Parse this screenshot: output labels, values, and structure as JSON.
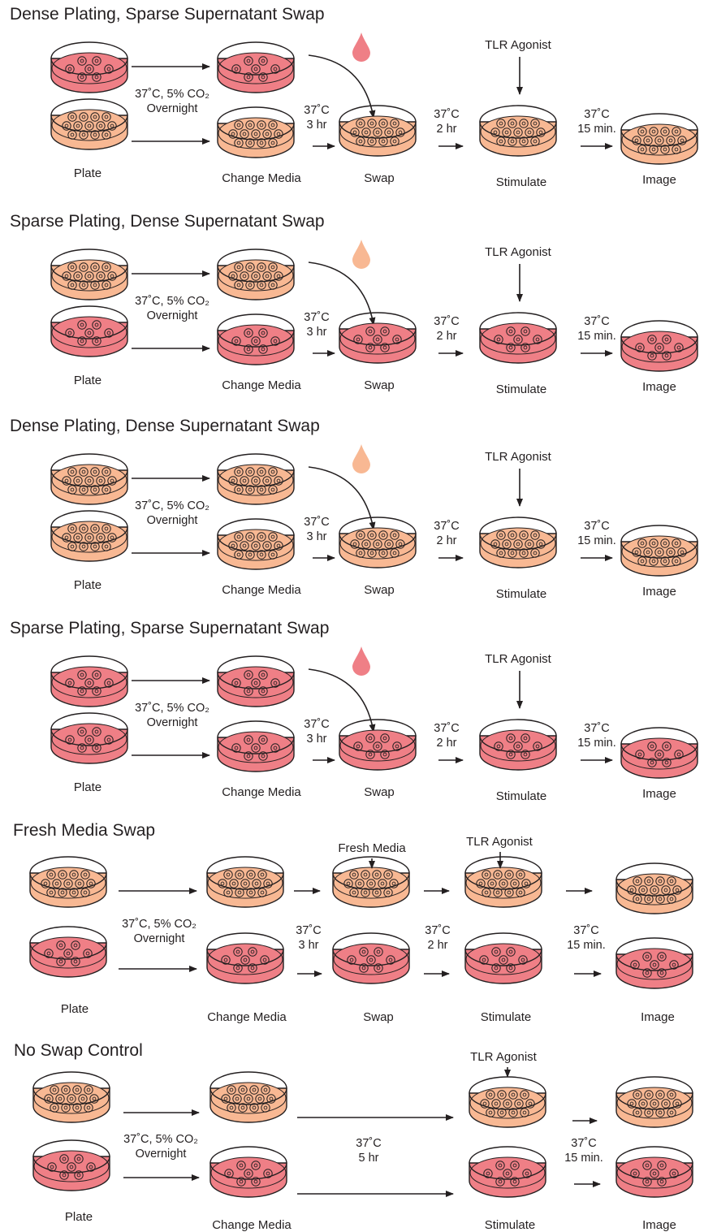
{
  "colors": {
    "dense_media": "#f8b893",
    "sparse_media": "#ef7f86",
    "line": "#231f20",
    "background": "#ffffff"
  },
  "common": {
    "overnight_line1": "37˚C, 5% CO₂",
    "overnight_line2": "Overnight",
    "plate": "Plate",
    "change_media": "Change Media",
    "swap": "Swap",
    "stimulate": "Stimulate",
    "image": "Image",
    "tlr_agonist": "TLR Agonist",
    "fresh_media": "Fresh Media",
    "temp": "37˚C",
    "t3hr": "3 hr",
    "t2hr": "2 hr",
    "t15min": "15 min.",
    "t5hr": "5 hr"
  },
  "panels": [
    {
      "title": "Dense Plating, Sparse Supernatant Swap",
      "plated": "dense",
      "supernatant": "sparse"
    },
    {
      "title": "Sparse Plating, Dense Supernatant Swap",
      "plated": "sparse",
      "supernatant": "dense"
    },
    {
      "title": "Dense Plating, Dense Supernatant Swap",
      "plated": "dense",
      "supernatant": "dense"
    },
    {
      "title": "Sparse Plating, Sparse Supernatant Swap",
      "plated": "sparse",
      "supernatant": "sparse"
    },
    {
      "title": "Fresh Media Swap",
      "plated": "both",
      "supernatant": "fresh"
    },
    {
      "title": "No Swap Control",
      "plated": "both",
      "supernatant": "none"
    }
  ]
}
